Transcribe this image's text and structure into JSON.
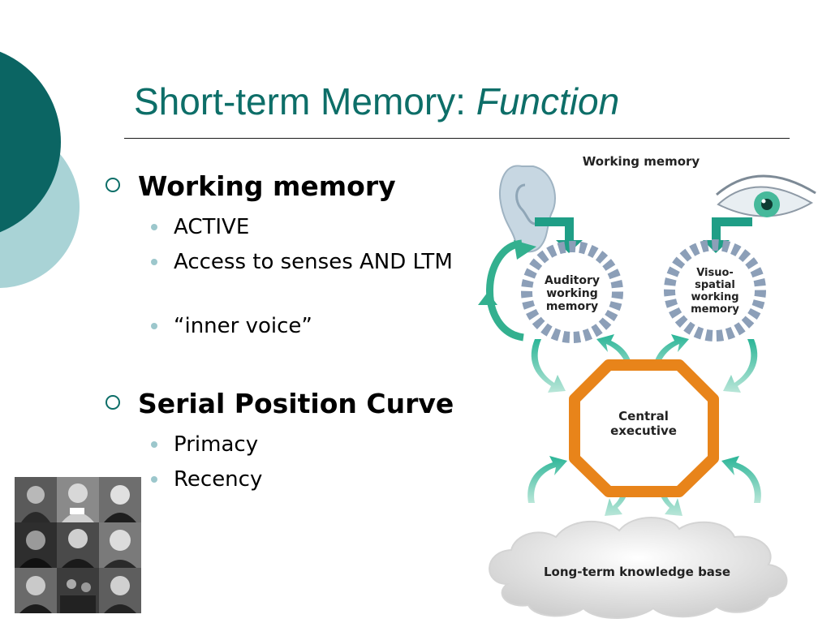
{
  "slide": {
    "title_main": "Short-term Memory: ",
    "title_italic": "Function",
    "bullets": [
      {
        "label": "Working memory",
        "subitems": [
          "ACTIVE",
          "Access to senses AND LTM",
          "“inner voice”"
        ]
      },
      {
        "label": "Serial Position Curve",
        "subitems": [
          "Primacy",
          "Recency"
        ]
      }
    ]
  },
  "diagram": {
    "title": "Working memory",
    "auditory_line1": "Auditory",
    "auditory_line2": "working",
    "auditory_line3": "memory",
    "visuo_line1": "Visuo-",
    "visuo_line2": "spatial",
    "visuo_line3": "working",
    "visuo_line4": "memory",
    "central_line1": "Central",
    "central_line2": "executive",
    "ltm": "Long-term knowledge base"
  },
  "colors": {
    "title": "#0d6e68",
    "deco_dark": "#0b6563",
    "deco_light": "#a9d3d6",
    "arrow_green": "#1fa387",
    "executive_orange": "#e8841a",
    "bullet_light": "#9cc7cc"
  },
  "icons": [
    "ear-icon",
    "eye-icon",
    "circle-bullet-icon",
    "dot-bullet-icon"
  ]
}
